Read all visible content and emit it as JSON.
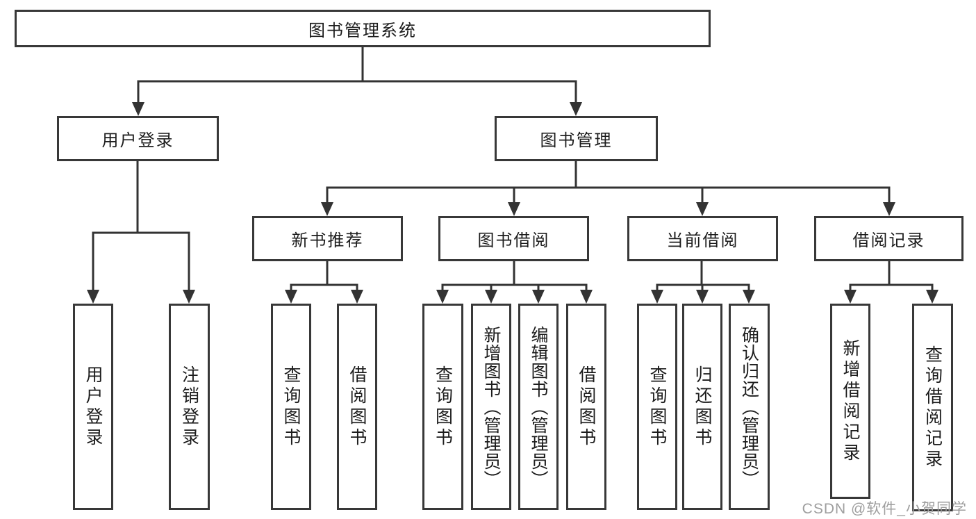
{
  "diagram": {
    "root": "图书管理系统",
    "level2": [
      "用户登录",
      "图书管理"
    ],
    "level3": [
      "新书推荐",
      "图书借阅",
      "当前借阅",
      "借阅记录"
    ],
    "leaves_login": [
      "用户登录",
      "注销登录"
    ],
    "leaves_recommend": [
      "查询图书",
      "借阅图书"
    ],
    "leaves_borrow": [
      "查询图书",
      "新增图书（管理员）",
      "编辑图书（管理员）",
      "借阅图书"
    ],
    "leaves_current": [
      "查询图书",
      "归还图书",
      "确认归还（管理员）"
    ],
    "leaves_records": [
      "新增借阅记录",
      "查询借阅记录"
    ]
  },
  "watermark": "CSDN @软件_小贺同学",
  "colors": {
    "line": "#333333",
    "box_border": "#383838",
    "text": "#1c1c1c",
    "watermark": "#9e9e9e",
    "background": "#ffffff"
  }
}
